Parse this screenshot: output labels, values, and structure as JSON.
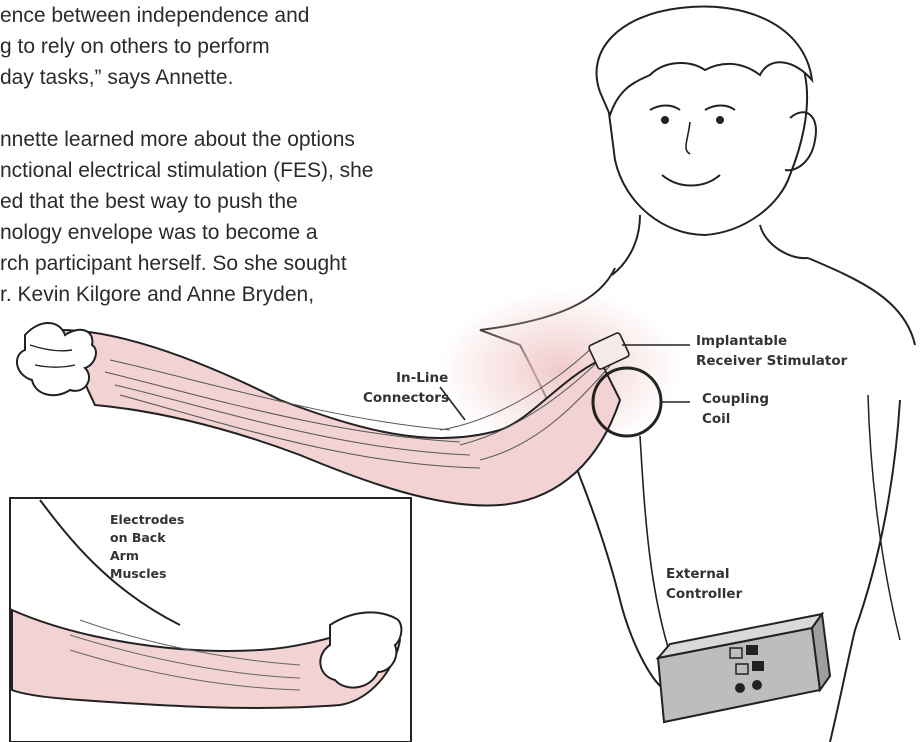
{
  "article": {
    "lines": [
      "ence between independence and",
      "g to rely on others to perform",
      "day tasks,” says Annette.",
      "",
      "nnette learned more about the options",
      "nctional electrical stimulation (FES), she",
      "ed that the best way to push the",
      "nology envelope was to become a",
      "rch participant herself. So she sought",
      "r. Kevin Kilgore and Anne Bryden,"
    ]
  },
  "diagram": {
    "labels": {
      "in_line_1": "In-Line",
      "in_line_2": "Connectors",
      "implantable_1": "Implantable",
      "implantable_2": "Receiver Stimulator",
      "coupling_1": "Coupling",
      "coupling_2": "Coil",
      "external_1": "External",
      "external_2": "Controller",
      "electrodes_1": "Electrodes",
      "electrodes_2": "on Back",
      "electrodes_3": "Arm",
      "electrodes_4": "Muscles"
    },
    "colors": {
      "skin_tint": "#f2d2d2",
      "outline": "#222222",
      "hair": "#ffffff",
      "device": "#bdbdbd",
      "device_dark": "#8a8a8a"
    }
  }
}
